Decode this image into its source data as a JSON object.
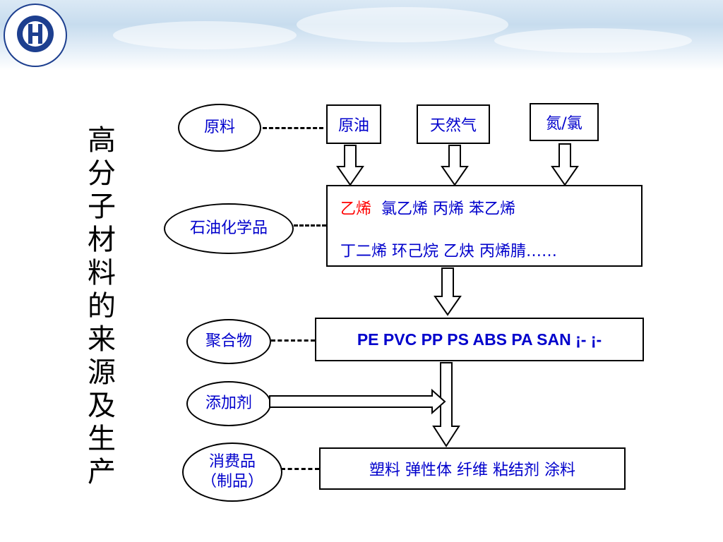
{
  "title": "高分子材料的来源及生产",
  "categories": {
    "raw": "原料",
    "petrochem": "石油化学品",
    "polymer": "聚合物",
    "additive": "添加剂",
    "product_line1": "消费品",
    "product_line2": "（制品）"
  },
  "raw_materials": [
    "原油",
    "天然气",
    "氮/氯"
  ],
  "petrochem_line1": {
    "highlight": "乙烯",
    "rest": "氯乙烯  丙烯  苯乙烯"
  },
  "petrochem_line2": "丁二烯  环己烷  乙炔  丙烯腈……",
  "polymers": "PE PVC PP PS ABS PA SAN ¡- ¡-",
  "products": "塑料  弹性体  纤维  粘结剂  涂料",
  "colors": {
    "text_blue": "#0000cc",
    "highlight_red": "#ff0000"
  }
}
